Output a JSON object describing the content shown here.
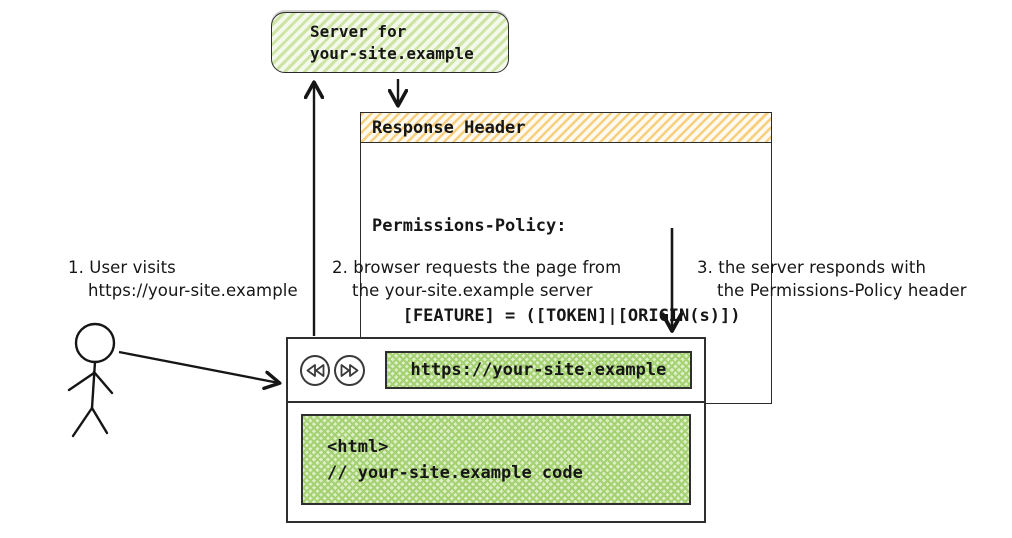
{
  "diagram": {
    "server_box": {
      "line1": "Server for",
      "line2": "your-site.example"
    },
    "response_header": {
      "title": "Response Header",
      "line1": "Permissions-Policy:",
      "line2": "   [FEATURE] = ([TOKEN]|[ORIGIN(s)])"
    },
    "annotations": {
      "step1": {
        "line1": "1. User visits",
        "line2": "https://your-site.example"
      },
      "step2": {
        "line1": "2. browser requests the page from",
        "line2": "the your-site.example server"
      },
      "step3": {
        "line1": "3. the server responds with",
        "line2": "the Permissions-Policy header"
      }
    },
    "browser": {
      "url": "https://your-site.example",
      "content_line1": "<html>",
      "content_line2": "// your-site.example code"
    },
    "icons": {
      "back": "rewind-icon",
      "forward": "fast-forward-icon"
    },
    "colors": {
      "green_stripe": "#cde4a4",
      "green_light": "#f4faeb",
      "green_hatch": "#a4d171",
      "green_hatch_bg": "#ddeec6",
      "orange_stripe": "#f7cf7e",
      "orange_light": "#fefaf0",
      "ink": "#1c1c1c"
    }
  }
}
